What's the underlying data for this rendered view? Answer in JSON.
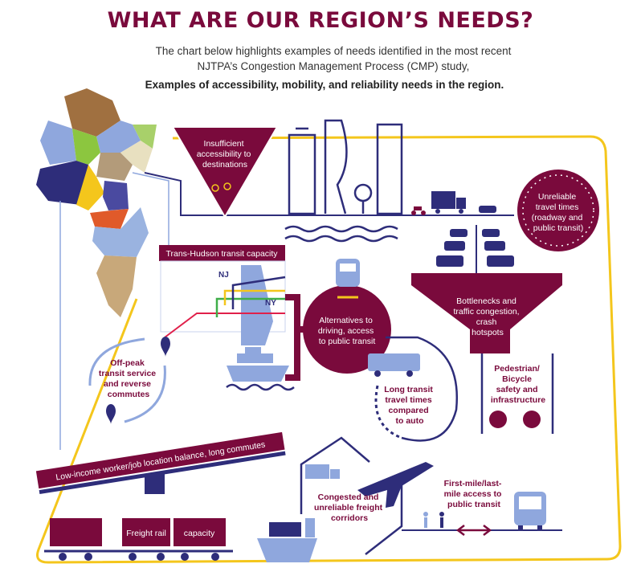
{
  "header": {
    "title": "WHAT ARE OUR REGION’S NEEDS?",
    "subtitle_line1": "The chart below highlights examples of needs identified in the most recent",
    "subtitle_line2": "NJTPA’s Congestion Management Process (CMP) study,",
    "subtitle_bold": "Examples of accessibility, mobility, and reliability needs in the region."
  },
  "colors": {
    "maroon": "#7a0a3c",
    "navy": "#2e2d7a",
    "light_blue": "#8fa7dd",
    "yellow": "#f4c61c",
    "red_line": "#e0204a",
    "green_line": "#3fae49"
  },
  "needs": {
    "accessibility": [
      "Insufficient",
      "accessibility to",
      "destinations"
    ],
    "travel_times": [
      "Unreliable",
      "travel times",
      "(roadway and",
      "public transit)"
    ],
    "trans_hudson": "Trans-Hudson transit capacity",
    "nj_label": "NJ",
    "ny_label": "NY",
    "alternatives": [
      "Alternatives to",
      "driving, access",
      "to public transit"
    ],
    "bottlenecks": [
      "Bottlenecks and",
      "traffic congestion,",
      "crash",
      "hotspots"
    ],
    "off_peak": [
      "Off-peak",
      "transit service",
      "and reverse",
      "commutes"
    ],
    "long_transit": [
      "Long transit",
      "travel times",
      "compared",
      "to auto"
    ],
    "pedestrian": [
      "Pedestrian/",
      "Bicycle",
      "safety and",
      "infrastructure"
    ],
    "low_income": "Low-income worker/job location balance, long commutes",
    "freight_rail": "Freight rail",
    "capacity": "capacity",
    "freight_corridors": [
      "Congested and",
      "unreliable freight",
      "corridors"
    ],
    "first_mile": [
      "First-mile/last-",
      "mile access to",
      "public transit"
    ]
  }
}
